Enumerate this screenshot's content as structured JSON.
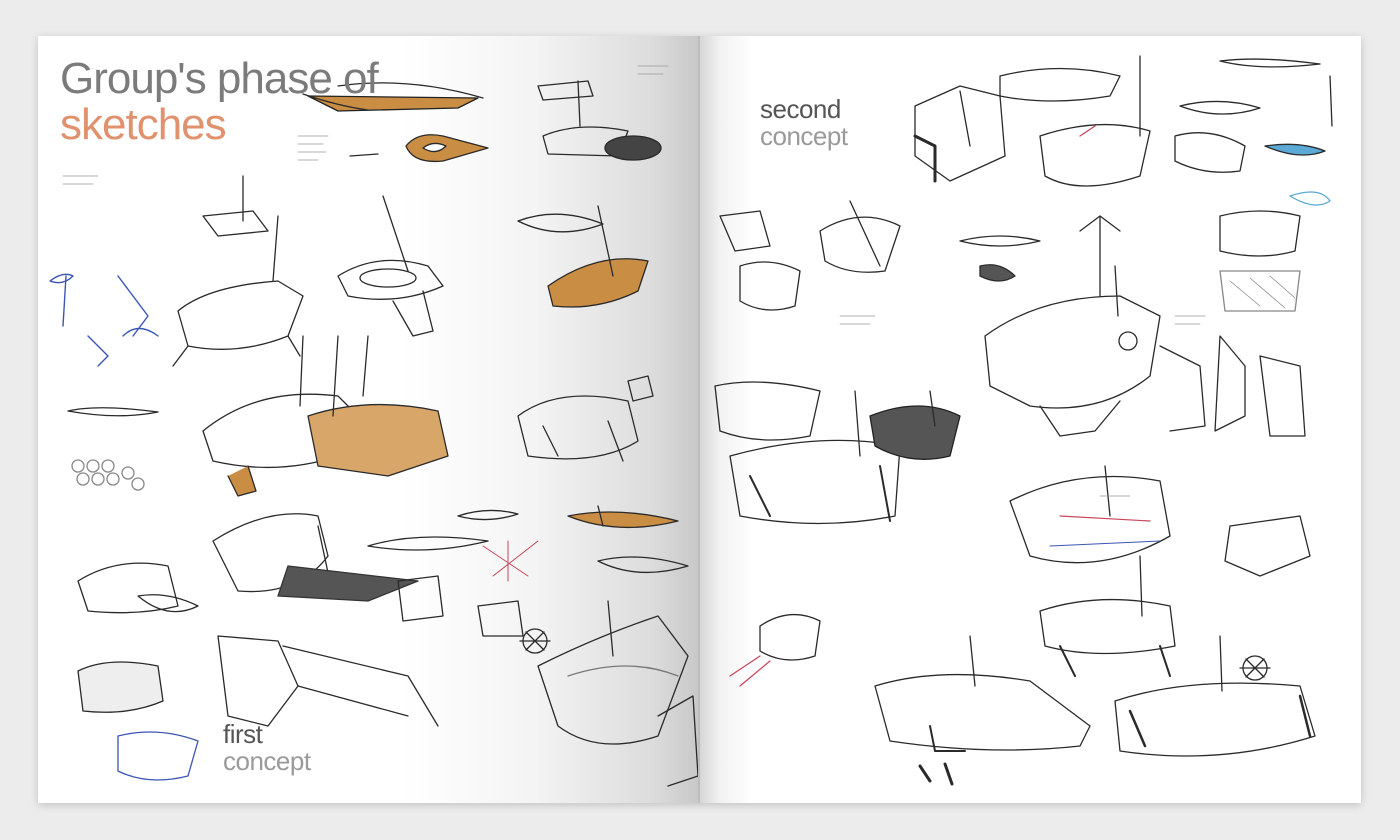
{
  "left_page": {
    "title_line1": "Group's phase of",
    "title_line2": "sketches",
    "concept_label_line1": "first",
    "concept_label_line2": "concept"
  },
  "right_page": {
    "concept_label_line1": "second",
    "concept_label_line2": "concept"
  },
  "colors": {
    "title_gray": "#7b7b7b",
    "title_accent": "#e0916e",
    "wood_accent": "#c98d44",
    "pen_blue": "#3a55b5",
    "pen_red": "#c8475a"
  }
}
